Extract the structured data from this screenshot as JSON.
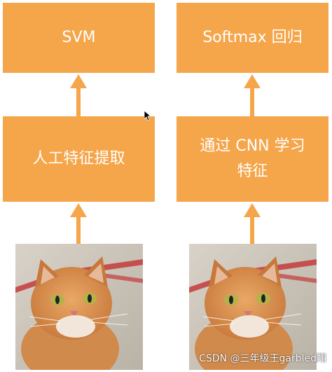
{
  "diagram": {
    "left": {
      "top_box": "SVM",
      "bottom_box": "人工特征提取"
    },
    "right": {
      "top_box": "Softmax 回归",
      "bottom_box_line1": "通过 CNN 学习",
      "bottom_box_line2": "特征"
    },
    "colors": {
      "box": "#f5a54a",
      "arrow": "#f5a54a",
      "text": "#ffffff"
    }
  },
  "watermark": "CSDN @三年级王garbled翔"
}
